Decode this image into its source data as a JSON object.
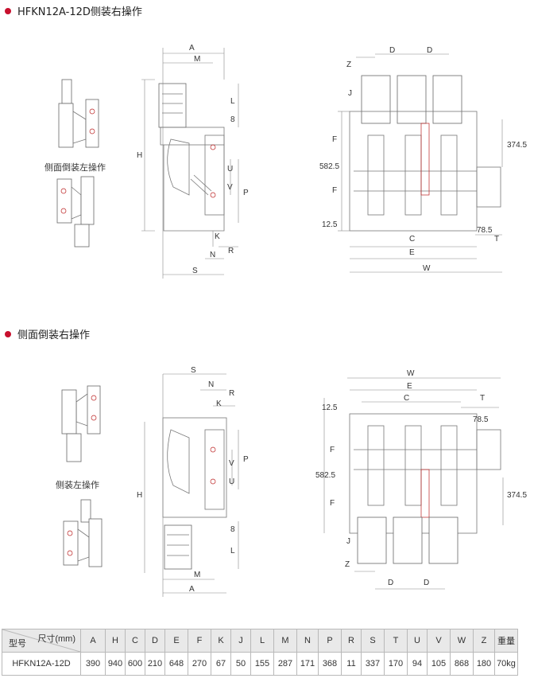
{
  "section1": {
    "title": "HFKN12A-12D侧装右操作"
  },
  "section2": {
    "title": "侧面倒装右操作"
  },
  "captions": {
    "left_op": "侧面倒装左操作",
    "side_op": "侧装左操作"
  },
  "drawing1": {
    "side_labels": {
      "A": "A",
      "M": "M",
      "L": "L",
      "eight": "8",
      "H": "H",
      "U": "U",
      "V": "V",
      "P": "P",
      "K": "K",
      "N": "N",
      "R": "R",
      "S": "S"
    },
    "front_labels": {
      "Z": "Z",
      "D1": "D",
      "D2": "D",
      "J": "J",
      "F1": "F",
      "F2": "F",
      "d5825": "582.5",
      "d3745": "374.5",
      "d125": "12.5",
      "d785": "78.5",
      "T": "T",
      "C": "C",
      "E": "E",
      "W": "W"
    }
  },
  "drawing2": {
    "side_labels": {
      "S": "S",
      "N": "N",
      "R": "R",
      "K": "K",
      "U": "U",
      "V": "V",
      "P": "P",
      "H": "H",
      "eight": "8",
      "L": "L",
      "M": "M",
      "A": "A"
    },
    "front_labels": {
      "W": "W",
      "E": "E",
      "C": "C",
      "T": "T",
      "d125": "12.5",
      "d785": "78.5",
      "F1": "F",
      "F2": "F",
      "d5825": "582.5",
      "d3745": "374.5",
      "J": "J",
      "Z": "Z",
      "D1": "D",
      "D2": "D"
    }
  },
  "table": {
    "corner_top": "尺寸(mm)",
    "corner_bottom": "型号",
    "columns": [
      "A",
      "H",
      "C",
      "D",
      "E",
      "F",
      "K",
      "J",
      "L",
      "M",
      "N",
      "P",
      "R",
      "S",
      "T",
      "U",
      "V",
      "W",
      "Z",
      "重量"
    ],
    "model": "HFKN12A-12D",
    "values": [
      "390",
      "940",
      "600",
      "210",
      "648",
      "270",
      "67",
      "50",
      "155",
      "287",
      "171",
      "368",
      "11",
      "337",
      "170",
      "94",
      "105",
      "868",
      "180",
      "70kg"
    ]
  }
}
